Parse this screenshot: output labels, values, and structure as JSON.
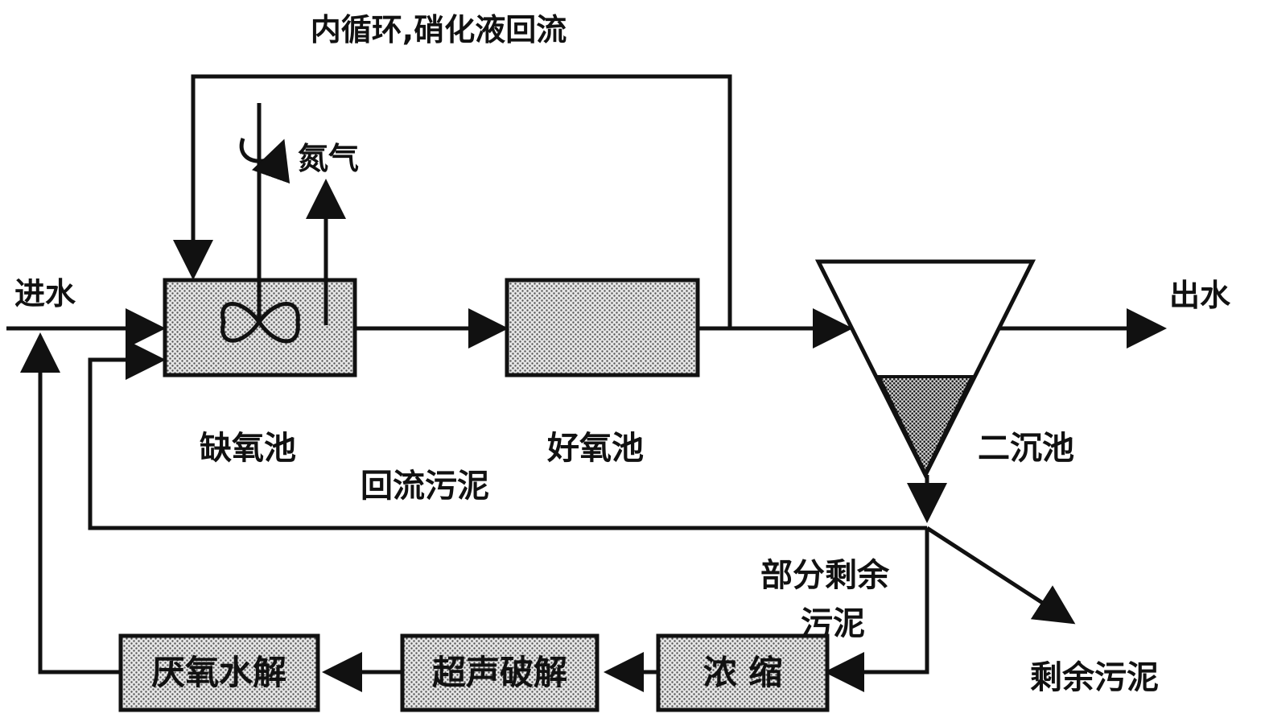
{
  "title": "内循环,硝化液回流",
  "labels": {
    "inlet": "进水",
    "outlet": "出水",
    "nitrogen_gas": "氮气",
    "anoxic_tank": "缺氧池",
    "aerobic_tank": "好氧池",
    "secondary_clarifier": "二沉池",
    "return_sludge": "回流污泥",
    "partial_excess_sludge_line1": "部分剩余",
    "partial_excess_sludge_line2": "污泥",
    "excess_sludge": "剩余污泥"
  },
  "boxes": {
    "thickening": "浓 缩",
    "ultrasonic": "超声破解",
    "anaerobic_hydrolysis": "厌氧水解"
  },
  "colors": {
    "stroke": "#111111",
    "fill_dots": "#9a9a9a",
    "background": "#ffffff"
  }
}
